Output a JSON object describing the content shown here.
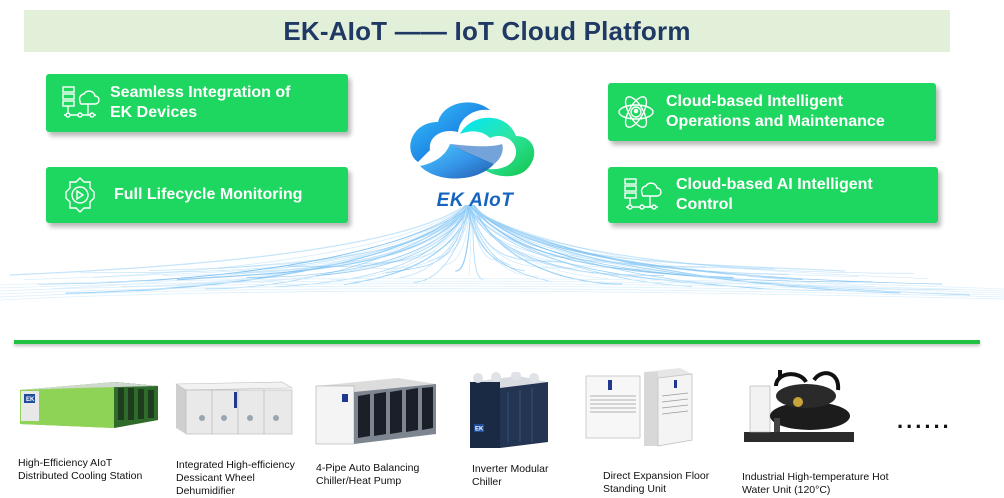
{
  "header": {
    "title": "EK-AIoT —— IoT Cloud Platform"
  },
  "colors": {
    "accent_green": "#1ed760",
    "title_navy": "#1f3864",
    "title_bg": "#e2f0d9",
    "logo_blue": "#1565c0"
  },
  "features": [
    {
      "label": "Seamless Integration of\nEK Devices",
      "icon": "device-network-icon"
    },
    {
      "label": "Full Lifecycle Monitoring",
      "icon": "lifecycle-gear-icon"
    },
    {
      "label": "Cloud-based Intelligent\nOperations and Maintenance",
      "icon": "atom-orbit-icon"
    },
    {
      "label": "Cloud-based AI Intelligent\nControl",
      "icon": "device-network-icon"
    }
  ],
  "logo": {
    "text": "EK AIoT",
    "icon": "cloud-logo-icon"
  },
  "products": [
    {
      "label": "High-Efficiency AIoT\nDistributed Cooling Station",
      "icon": "cooling-station-icon"
    },
    {
      "label": "Integrated High-efficiency\nDessicant Wheel\nDehumidifier",
      "icon": "dehumidifier-icon"
    },
    {
      "label": "4-Pipe Auto Balancing\nChiller/Heat Pump",
      "icon": "heat-pump-icon"
    },
    {
      "label": "Inverter Modular\nChiller",
      "icon": "modular-chiller-icon"
    },
    {
      "label": "Direct Expansion Floor\nStanding Unit",
      "icon": "floor-unit-icon"
    },
    {
      "label": "Industrial High-temperature Hot\nWater Unit (120°C)",
      "icon": "hot-water-unit-icon"
    }
  ],
  "more": "......"
}
